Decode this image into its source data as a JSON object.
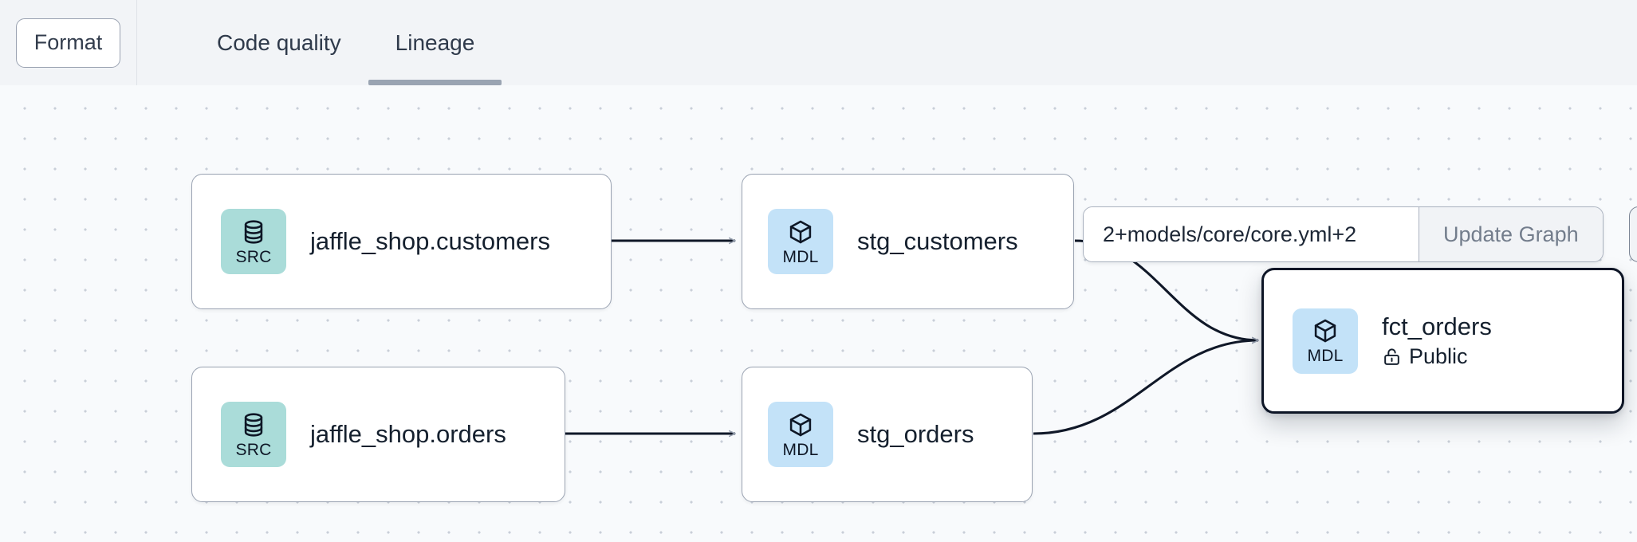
{
  "toolbar": {
    "format_label": "Format",
    "tabs": [
      {
        "label": "Code quality",
        "active": false
      },
      {
        "label": "Lineage",
        "active": true
      }
    ]
  },
  "graph_controls": {
    "selector_value": "2+models/core/core.yml+2",
    "selector_placeholder": "2+models/core/core.yml+2",
    "update_graph_label": "Update Graph"
  },
  "lineage": {
    "nodes": [
      {
        "id": "jaffle_shop_customers",
        "title": "jaffle_shop.customers",
        "subtitle": "",
        "badge_type": "SRC",
        "badge_icon": "database-icon",
        "badge_color": "#aadcd9",
        "selected": false
      },
      {
        "id": "jaffle_shop_orders",
        "title": "jaffle_shop.orders",
        "subtitle": "",
        "badge_type": "SRC",
        "badge_icon": "database-icon",
        "badge_color": "#aadcd9",
        "selected": false
      },
      {
        "id": "stg_customers",
        "title": "stg_customers",
        "subtitle": "",
        "badge_type": "MDL",
        "badge_icon": "cube-icon",
        "badge_color": "#c3e2f8",
        "selected": false
      },
      {
        "id": "stg_orders",
        "title": "stg_orders",
        "subtitle": "",
        "badge_type": "MDL",
        "badge_icon": "cube-icon",
        "badge_color": "#c3e2f8",
        "selected": false
      },
      {
        "id": "fct_orders",
        "title": "fct_orders",
        "subtitle": "Public",
        "subtitle_icon": "unlock-icon",
        "badge_type": "MDL",
        "badge_icon": "cube-icon",
        "badge_color": "#c3e2f8",
        "selected": true
      }
    ],
    "edges": [
      {
        "from": "jaffle_shop_customers",
        "to": "stg_customers"
      },
      {
        "from": "jaffle_shop_orders",
        "to": "stg_orders"
      },
      {
        "from": "stg_customers",
        "to": "fct_orders"
      },
      {
        "from": "stg_orders",
        "to": "fct_orders"
      }
    ]
  },
  "colors": {
    "canvas_bg": "#f8fafc",
    "topbar_bg": "#f2f4f7",
    "tab_active_underline": "#9aa4b2",
    "node_border": "#9aa3b2",
    "node_selected_border": "#0d1526",
    "edge": "#101828",
    "src_badge": "#aadcd9",
    "mdl_badge": "#c3e2f8"
  }
}
